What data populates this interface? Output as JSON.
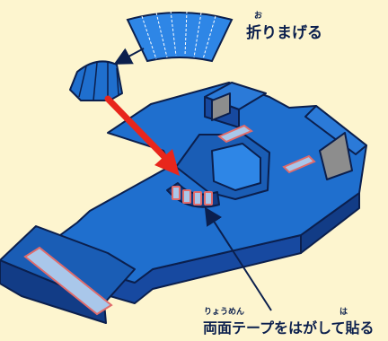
{
  "labels": {
    "fold": {
      "ruby": "お",
      "text": "折りまげる"
    },
    "tape": {
      "ruby_reading": "りょうめん",
      "ruby_haru": "は",
      "text": "両面テープをはがして貼る"
    }
  },
  "colors": {
    "background": "#fdf5cf",
    "blue_top": "#1f6fce",
    "blue_mid": "#1a5db5",
    "blue_side": "#1749a0",
    "blue_dark": "#123c86",
    "outline": "#0b1f4d",
    "tape_pad": "#a9c7ea",
    "tape_border": "#e06b6b",
    "arrow": "#e8261c",
    "fin_grey": "#8d8d8d"
  },
  "icons": {
    "arrow_red": "bold-red-arrow",
    "arrow_small": "thin-black-arrow",
    "pointer": "leader-line"
  }
}
